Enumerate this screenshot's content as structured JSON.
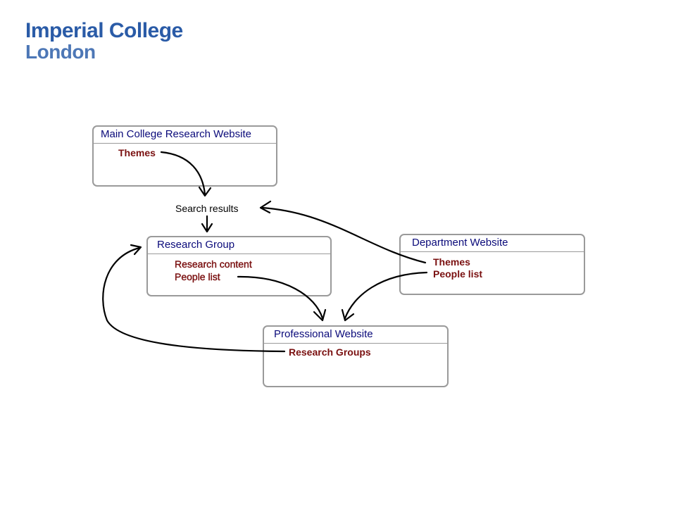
{
  "logo": {
    "line1": "Imperial College",
    "line2": "London"
  },
  "boxes": {
    "main_college": {
      "title": "Main College Research Website",
      "items": [
        "Themes"
      ]
    },
    "research_group": {
      "title": "Research Group",
      "items": [
        "Research content",
        "People list"
      ]
    },
    "department": {
      "title": "Department Website",
      "items": [
        "Themes",
        "People list"
      ]
    },
    "professional": {
      "title": "Professional Website",
      "items": [
        "Research Groups"
      ]
    }
  },
  "labels": {
    "search_results": "Search results"
  }
}
